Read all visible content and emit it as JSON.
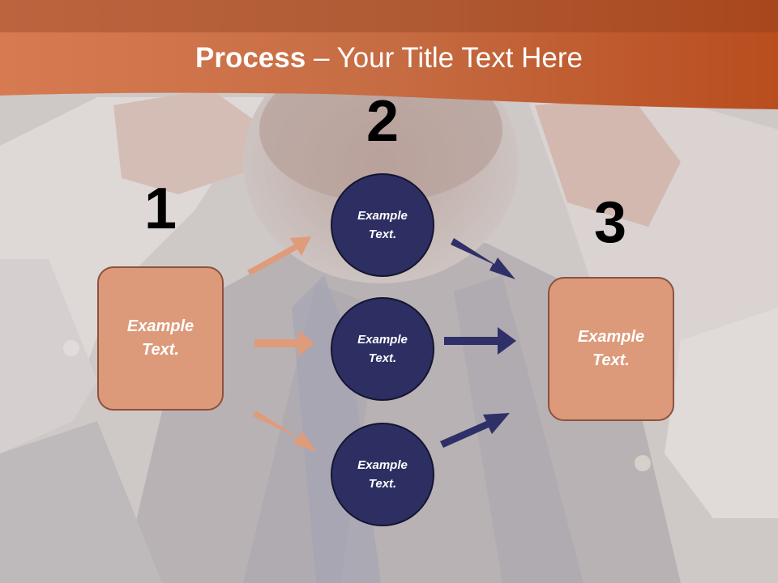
{
  "slide": {
    "title_strong": "Process",
    "title_rest": " – Your Title Text Here"
  },
  "steps": [
    {
      "number": "1"
    },
    {
      "number": "2"
    },
    {
      "number": "3"
    }
  ],
  "nodes": {
    "left_box": "Example\nText.",
    "circle_top": "Example\nText.",
    "circle_middle": "Example\nText.",
    "circle_bottom": "Example\nText.",
    "right_box": "Example\nText."
  },
  "colors": {
    "banner": "#c45d2c",
    "box_fill": "#dc9a7a",
    "circle_fill": "#2d2e62",
    "left_arrow": "#e09b7b",
    "right_arrow": "#2f3068"
  }
}
